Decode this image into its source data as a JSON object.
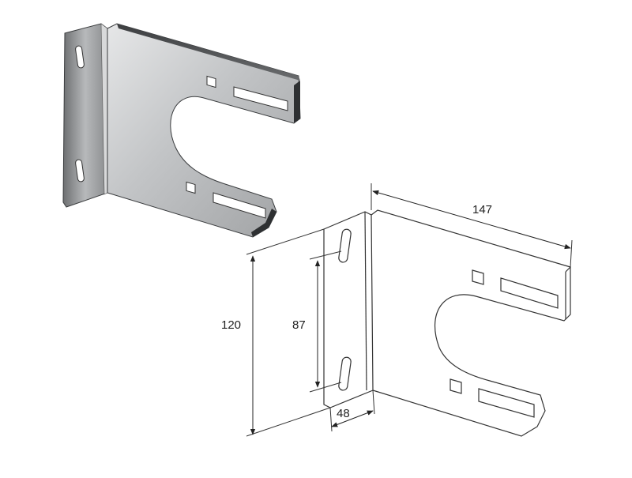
{
  "colors": {
    "background": "#ffffff",
    "line": "#333333",
    "metal_light": "#c9cbcc",
    "metal_mid": "#9a9c9e",
    "metal_dark": "#4a4c4e"
  },
  "dimensions": {
    "length": "147",
    "height": "120",
    "slot_spacing": "87",
    "flange_width": "48"
  }
}
